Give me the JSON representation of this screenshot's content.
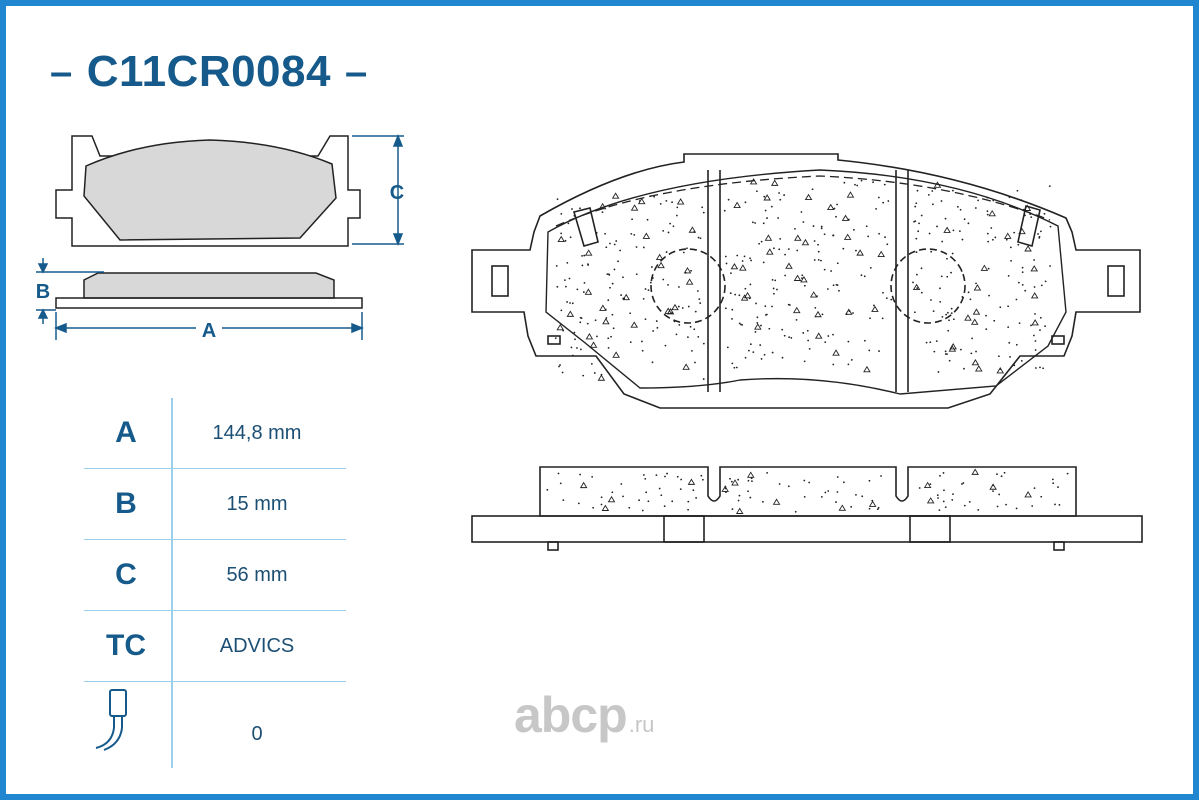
{
  "header": {
    "part_number": "C11CR0084",
    "dash": "–"
  },
  "diagram_labels": {
    "A": "A",
    "B": "B",
    "C": "C"
  },
  "specs": [
    {
      "key": "A",
      "value": "144,8 mm"
    },
    {
      "key": "B",
      "value": "15 mm"
    },
    {
      "key": "C",
      "value": "56 mm"
    },
    {
      "key": "TC",
      "value": "ADVICS"
    },
    {
      "key": "",
      "icon": "wear-sensor-icon",
      "value": "0"
    }
  ],
  "watermark": {
    "main": "abcp",
    "suffix": ".ru"
  },
  "colors": {
    "border": "#1f86cf",
    "title": "#155a8a",
    "pad_fill": "#d8d8d8",
    "line": "#222222",
    "dim_line": "#155a8a"
  }
}
